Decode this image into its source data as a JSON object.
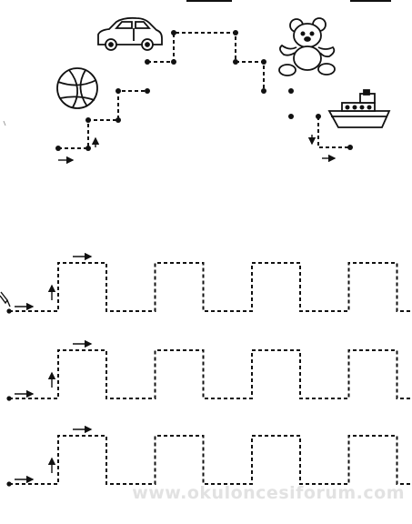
{
  "worksheet": {
    "picture_path_start_arrow": "right-arrow-icon",
    "pictures": [
      "basketball-icon",
      "car-icon",
      "teddy-bear-icon",
      "ship-icon"
    ],
    "tracing_rows": 3,
    "pulses_per_row": 4,
    "line_style": "dashed",
    "ink_color": "#111111"
  },
  "watermark": {
    "text": "www.okuloncesiforum.com",
    "color": "#e2e2e2"
  }
}
